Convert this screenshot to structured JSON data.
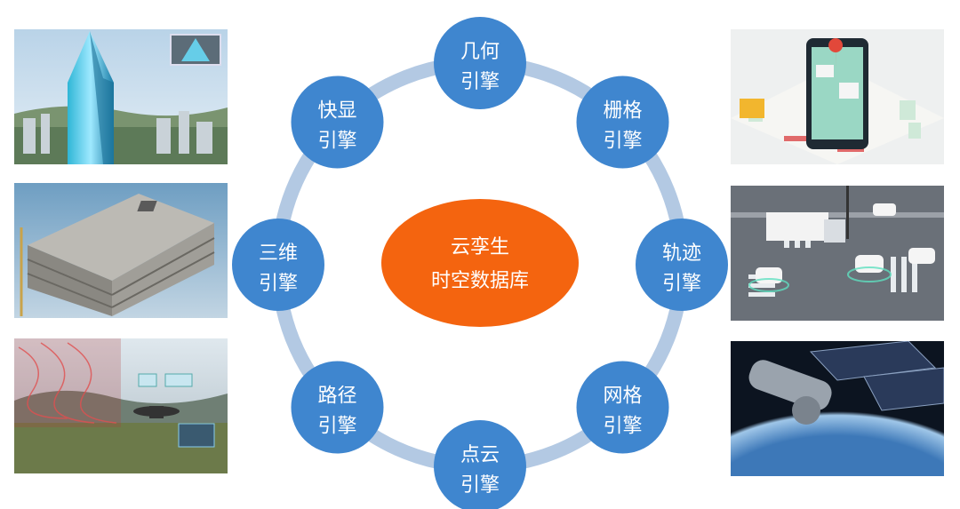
{
  "center": {
    "line1": "云孪生",
    "line2": "时空数据库",
    "color": "#f4640f"
  },
  "ring_color": "#b3c9e3",
  "node_color": "#3f86cf",
  "engines": [
    {
      "id": "geometry",
      "line1": "几何",
      "line2": "引擎"
    },
    {
      "id": "raster",
      "line1": "栅格",
      "line2": "引擎"
    },
    {
      "id": "trajectory",
      "line1": "轨迹",
      "line2": "引擎"
    },
    {
      "id": "mesh",
      "line1": "网格",
      "line2": "引擎"
    },
    {
      "id": "pointcloud",
      "line1": "点云",
      "line2": "引擎"
    },
    {
      "id": "path",
      "line1": "路径",
      "line2": "引擎"
    },
    {
      "id": "3d",
      "line1": "三维",
      "line2": "引擎"
    },
    {
      "id": "fastdisplay",
      "line1": "快显",
      "line2": "引擎"
    }
  ],
  "photos": {
    "left": [
      "skyscraper-city",
      "building-model-3d",
      "drone-terrain-scan"
    ],
    "right": [
      "isometric-city-phone",
      "autonomous-car-intersection",
      "satellite-over-earth"
    ]
  }
}
